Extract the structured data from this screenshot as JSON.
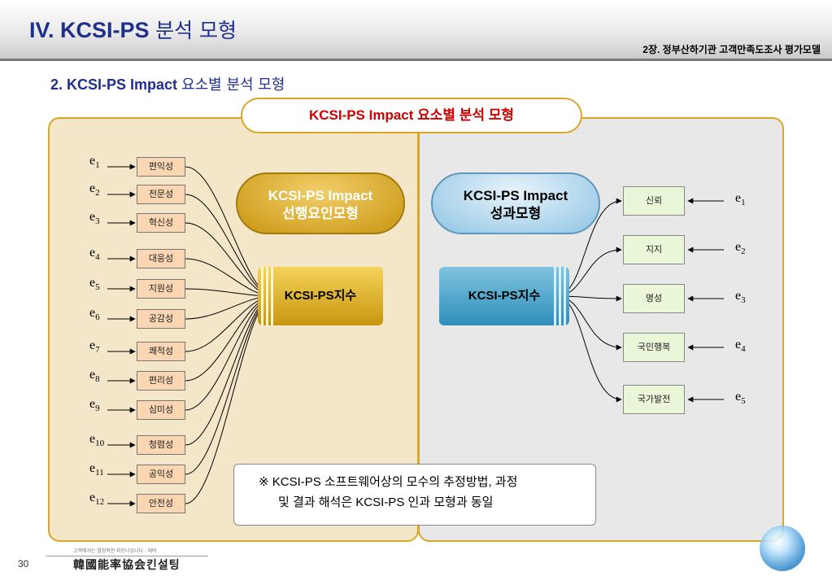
{
  "header": {
    "title_prefix": "IV. KCSI-PS",
    "title_korean": "분석 모형",
    "chapter": "2장.  정부산하기관 고객만족도조사 평가모델"
  },
  "subtitle": {
    "prefix": "2. KCSI-PS Impact",
    "korean": "요소별 분석 모형"
  },
  "diagram": {
    "title": "KCSI-PS Impact 요소별 분석 모형",
    "left": {
      "pill_line1": "KCSI-PS Impact",
      "pill_line2": "선행요인모형",
      "index_label": "KCSI-PS지수",
      "factors": [
        "편익성",
        "전문성",
        "혁신성",
        "대응성",
        "지원성",
        "공감성",
        "쾌적성",
        "편리성",
        "심미성",
        "청렴성",
        "공익성",
        "안전성"
      ],
      "errors": [
        "1",
        "2",
        "3",
        "4",
        "5",
        "6",
        "7",
        "8",
        "9",
        "10",
        "11",
        "12"
      ]
    },
    "right": {
      "pill_line1": "KCSI-PS Impact",
      "pill_line2": "성과모형",
      "index_label": "KCSI-PS지수",
      "outcomes": [
        "신뢰",
        "지지",
        "명성",
        "국민행복",
        "국가발전"
      ],
      "errors": [
        "1",
        "2",
        "3",
        "4",
        "5"
      ]
    },
    "error_symbol": "e",
    "note": {
      "line1": "※ KCSI-PS 소프트웨어상의 모수의 추정방법, 과정",
      "line2": "및 결과 해석은 KCSI-PS 인과 모형과 동일"
    }
  },
  "footer": {
    "page_number": "30",
    "org_name": "韓國能率協会킨설팅",
    "tagline": "고객에게는 열정적인 파트너입니다 · 에버"
  },
  "colors": {
    "title_blue": "#1f2f8c",
    "highlight_red": "#d10000",
    "panel_border": "#d9a62a",
    "left_panel_bg": "#f3e6c9",
    "right_panel_bg": "#e8e8e8",
    "factor_fill": "#fbd6b3",
    "outcome_fill": "#e9f7d8"
  },
  "icons": {
    "arrow": "arrow-icon",
    "globe": "globe-icon"
  }
}
